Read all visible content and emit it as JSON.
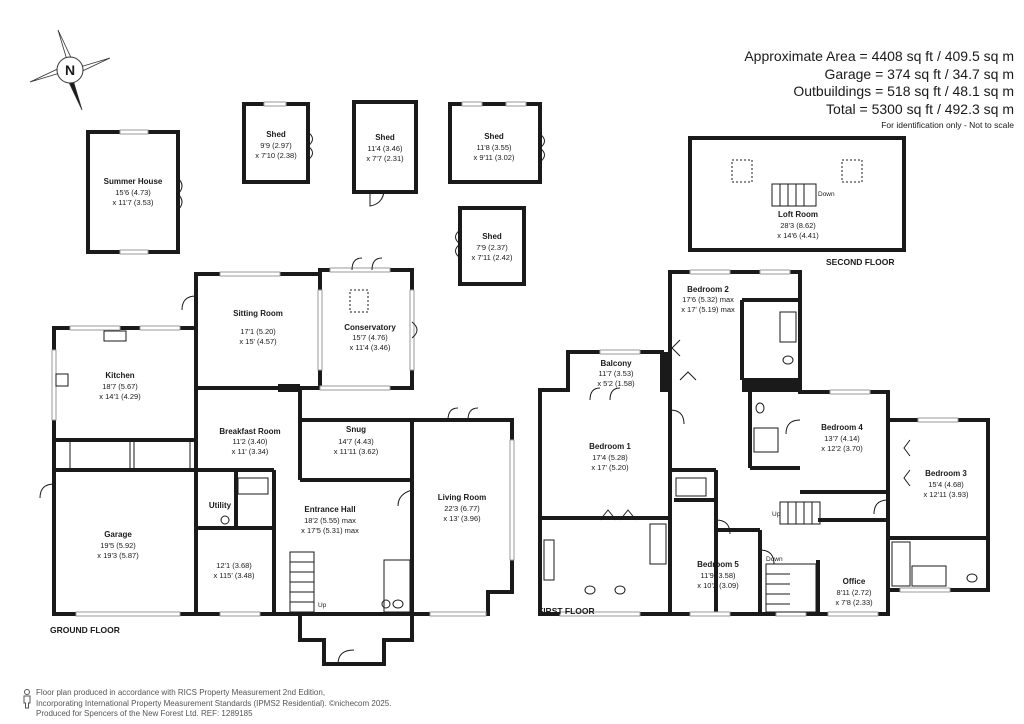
{
  "compass": {
    "label": "N",
    "icon": "north-arrow-icon"
  },
  "areas": {
    "approx": "Approximate Area = 4408 sq ft / 409.5 sq m",
    "garage": "Garage = 374 sq ft / 34.7 sq m",
    "outbuildings": "Outbuildings = 518 sq ft / 48.1 sq m",
    "total": "Total = 5300 sq ft / 492.3 sq m",
    "note": "For identification only - Not to scale"
  },
  "floors": {
    "ground": "GROUND FLOOR",
    "first": "FIRST FLOOR",
    "second": "SECOND FLOOR"
  },
  "rooms": {
    "summer_house": {
      "name": "Summer House",
      "d1": "15'6 (4.73)",
      "d2": "x 11'7 (3.53)"
    },
    "shed1": {
      "name": "Shed",
      "d1": "9'9 (2.97)",
      "d2": "x 7'10 (2.38)"
    },
    "shed2": {
      "name": "Shed",
      "d1": "11'4 (3.46)",
      "d2": "x 7'7 (2.31)"
    },
    "shed3": {
      "name": "Shed",
      "d1": "11'8 (3.55)",
      "d2": "x 9'11 (3.02)"
    },
    "shed4": {
      "name": "Shed",
      "d1": "7'9 (2.37)",
      "d2": "x 7'11 (2.42)"
    },
    "sitting": {
      "name": "Sitting Room",
      "d1": "17'1 (5.20)",
      "d2": "x 15' (4.57)"
    },
    "conservatory": {
      "name": "Conservatory",
      "d1": "15'7 (4.76)",
      "d2": "x 11'4 (3.46)"
    },
    "kitchen": {
      "name": "Kitchen",
      "d1": "18'7 (5.67)",
      "d2": "x 14'1 (4.29)"
    },
    "breakfast": {
      "name": "Breakfast Room",
      "d1": "11'2 (3.40)",
      "d2": "x 11' (3.34)"
    },
    "snug": {
      "name": "Snug",
      "d1": "14'7 (4.43)",
      "d2": "x 11'11 (3.62)"
    },
    "living": {
      "name": "Living Room",
      "d1": "22'3 (6.77)",
      "d2": "x 13' (3.96)"
    },
    "garage": {
      "name": "Garage",
      "d1": "19'5 (5.92)",
      "d2": "x 19'3 (5.87)"
    },
    "utility": {
      "name": "Utility"
    },
    "entrance": {
      "name": "Entrance Hall",
      "d1": "18'2 (5.55) max",
      "d2": "x 17'5 (5.31) max"
    },
    "gf_room": {
      "d1": "12'1 (3.68)",
      "d2": "x 115' (3.48)"
    },
    "loft": {
      "name": "Loft Room",
      "d1": "28'3 (8.62)",
      "d2": "x 14'6 (4.41)"
    },
    "bedroom2": {
      "name": "Bedroom 2",
      "d1": "17'6 (5.32) max",
      "d2": "x 17' (5.19) max"
    },
    "balcony": {
      "name": "Balcony",
      "d1": "11'7 (3.53)",
      "d2": "x 5'2 (1.58)"
    },
    "bedroom1": {
      "name": "Bedroom 1",
      "d1": "17'4 (5.28)",
      "d2": "x 17' (5.20)"
    },
    "bedroom4": {
      "name": "Bedroom 4",
      "d1": "13'7 (4.14)",
      "d2": "x 12'2 (3.70)"
    },
    "bedroom3": {
      "name": "Bedroom 3",
      "d1": "15'4 (4.68)",
      "d2": "x 12'11 (3.93)"
    },
    "bedroom5": {
      "name": "Bedroom 5",
      "d1": "11'9 (3.58)",
      "d2": "x 10'2 (3.09)"
    },
    "office": {
      "name": "Office",
      "d1": "8'11 (2.72)",
      "d2": "x 7'8 (2.33)"
    }
  },
  "stairs": {
    "up": "Up",
    "down": "Down"
  },
  "footer": {
    "line1": "Floor plan produced in accordance with RICS Property Measurement 2nd Edition,",
    "line2": "Incorporating International Property Measurement Standards (IPMS2 Residential).  ©nichecom 2025.",
    "line3": "Produced for Spencers of the New Forest Ltd.   REF: 1289185"
  }
}
